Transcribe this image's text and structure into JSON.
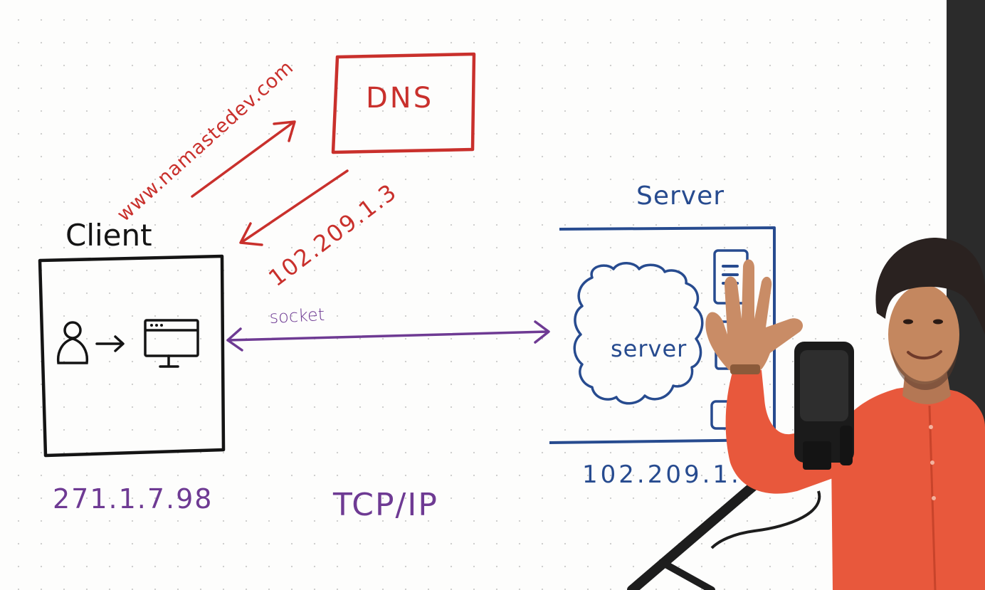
{
  "diagram": {
    "dns_label": "DNS",
    "domain_request": "www.namastedev.com",
    "dns_response_ip": "102.209.1.3",
    "client_label": "Client",
    "client_ip": "271.1.7.98",
    "server_title": "Server",
    "server_inner_label": "server",
    "server_ip": "102.209.1.",
    "socket_label": "socket",
    "protocol_label": "TCP/IP"
  },
  "colors": {
    "dns": "#c9302c",
    "server": "#274b8f",
    "socket": "#6e3a93",
    "client": "#141414",
    "presenter_shirt": "#e8583c"
  }
}
